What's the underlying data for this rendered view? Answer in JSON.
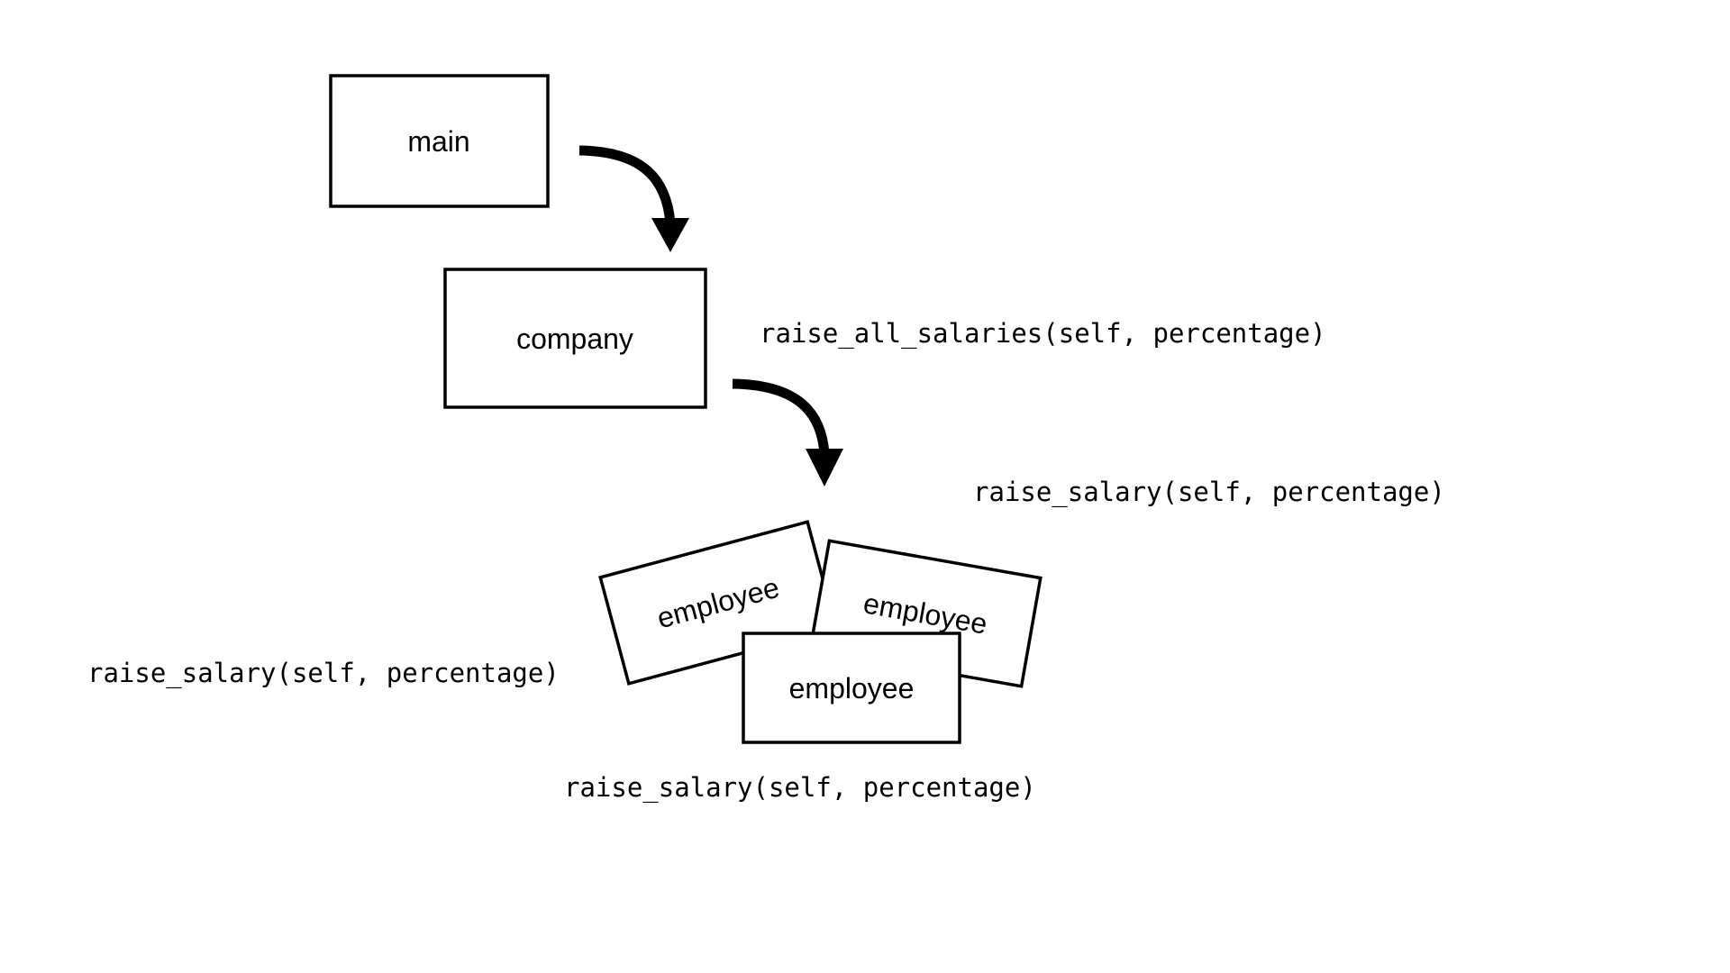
{
  "nodes": {
    "main": {
      "label": "main"
    },
    "company": {
      "label": "company"
    },
    "employee_left": {
      "label": "employee"
    },
    "employee_right": {
      "label": "employee"
    },
    "employee_front": {
      "label": "employee"
    }
  },
  "methods": {
    "company_method": "raise_all_salaries(self, percentage)",
    "employee_right_method": "raise_salary(self, percentage)",
    "employee_left_method": "raise_salary(self, percentage)",
    "employee_front_method": "raise_salary(self, percentage)"
  }
}
